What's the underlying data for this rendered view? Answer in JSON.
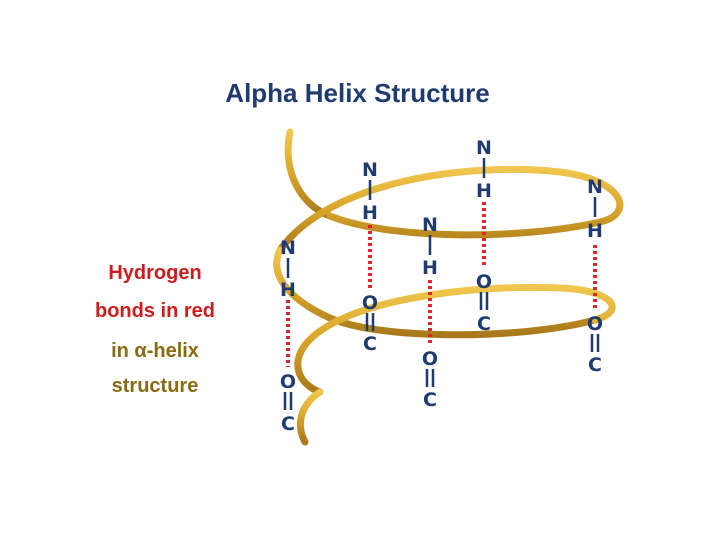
{
  "title": "Alpha Helix Structure",
  "caption": {
    "line1": "Hydrogen",
    "line2": "bonds in red",
    "line3": "in α-helix",
    "line4": "structure"
  },
  "atoms": {
    "n": "N",
    "h": "H",
    "o": "O",
    "c": "C"
  },
  "colors": {
    "title": "#1f3b6f",
    "helix": "#d9a62a",
    "hbond": "#e0262b",
    "atom": "#1f3b6f",
    "caption_red": "#d01c1c",
    "caption_gold": "#8a6a12"
  }
}
